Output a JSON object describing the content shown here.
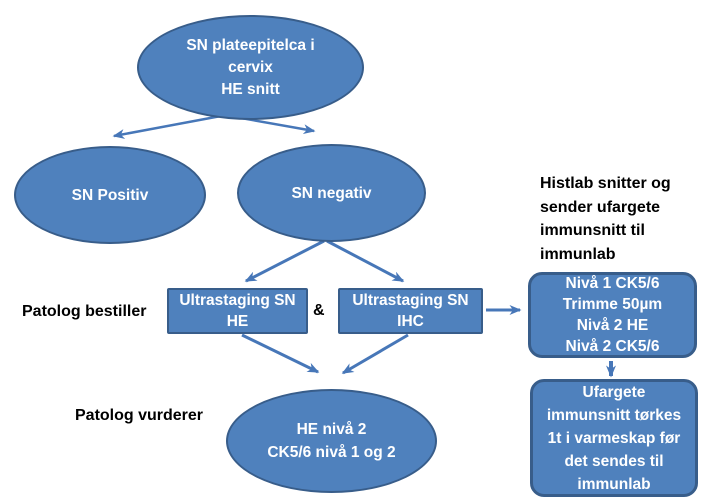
{
  "colors": {
    "shape_fill": "#4f81bd",
    "shape_border": "#385d8a",
    "shape_text": "#ffffff",
    "arrow": "#4777b8",
    "label_text": "#000000",
    "background": "#ffffff"
  },
  "nodes": {
    "root": {
      "lines": [
        "SN plateepitelca i",
        "cervix",
        "HE snitt"
      ]
    },
    "sn_positive": {
      "label": "SN Positiv"
    },
    "sn_negative": {
      "label": "SN negativ"
    },
    "ultrastaging_he": {
      "lines": [
        "Ultrastaging SN",
        "HE"
      ]
    },
    "ampersand": "&",
    "ultrastaging_ihc": {
      "lines": [
        "Ultrastaging SN",
        "IHC"
      ]
    },
    "niva_steps": {
      "lines": [
        "Nivå 1 CK5/6",
        "Trimme 50µm",
        "Nivå 2 HE",
        "Nivå 2 CK5/6"
      ]
    },
    "ufargete": {
      "lines": [
        "Ufargete",
        "immunsnitt tørkes",
        "1t i varmeskap før",
        "det sendes til",
        "immunlab"
      ]
    },
    "he_niva2": {
      "lines": [
        "HE nivå 2",
        "CK5/6 nivå 1 og 2"
      ]
    }
  },
  "annotations": {
    "histlab": {
      "lines": [
        "Histlab snitter og",
        "sender ufargete",
        "immunsnitt til",
        "immunlab"
      ]
    },
    "patolog_bestiller": "Patolog bestiller",
    "patolog_vurderer": "Patolog vurderer"
  }
}
